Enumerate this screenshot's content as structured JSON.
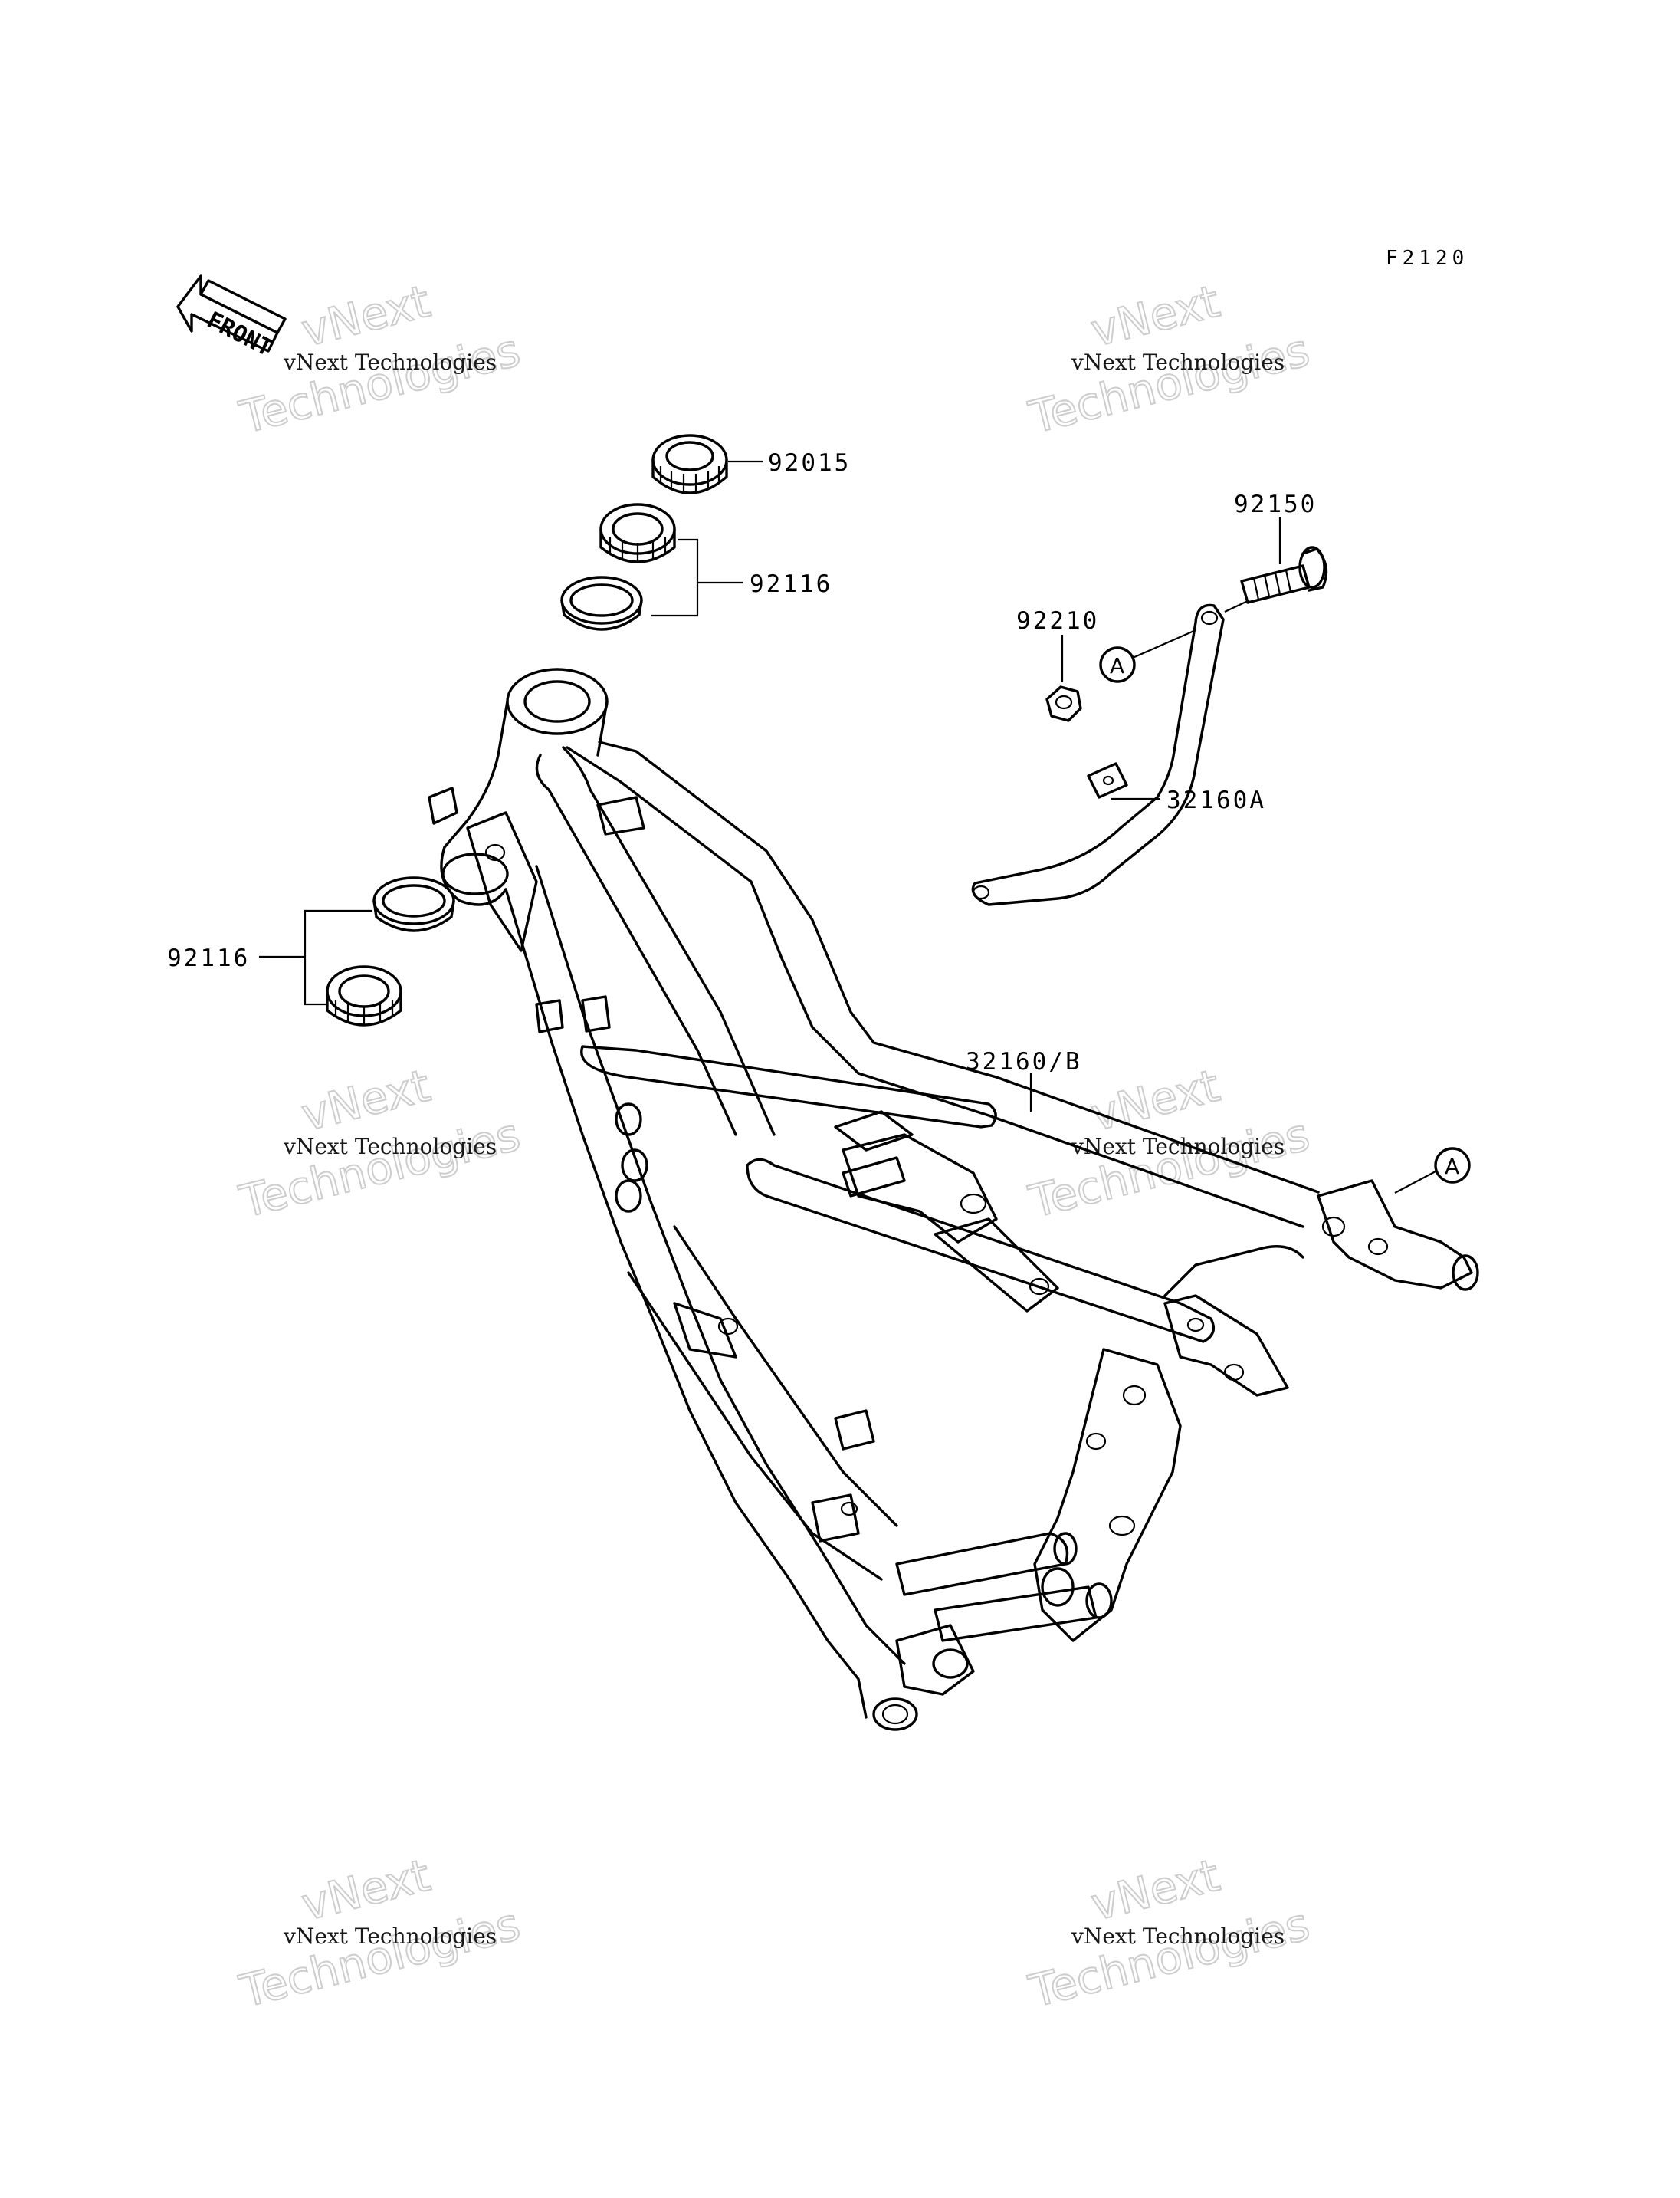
{
  "diagram": {
    "code": "F2120",
    "front_label": "FRONT",
    "callout_marker": "A",
    "parts": [
      {
        "id": "p92015",
        "number": "92015"
      },
      {
        "id": "p92116_top",
        "number": "92116"
      },
      {
        "id": "p92116_left",
        "number": "92116"
      },
      {
        "id": "p92150",
        "number": "92150"
      },
      {
        "id": "p92210",
        "number": "92210"
      },
      {
        "id": "p32160A",
        "number": "32160A"
      },
      {
        "id": "p32160B",
        "number": "32160/B"
      }
    ],
    "watermark": {
      "small": "vNext Technologies",
      "line1": "vNext",
      "line2": "Technologies"
    }
  }
}
